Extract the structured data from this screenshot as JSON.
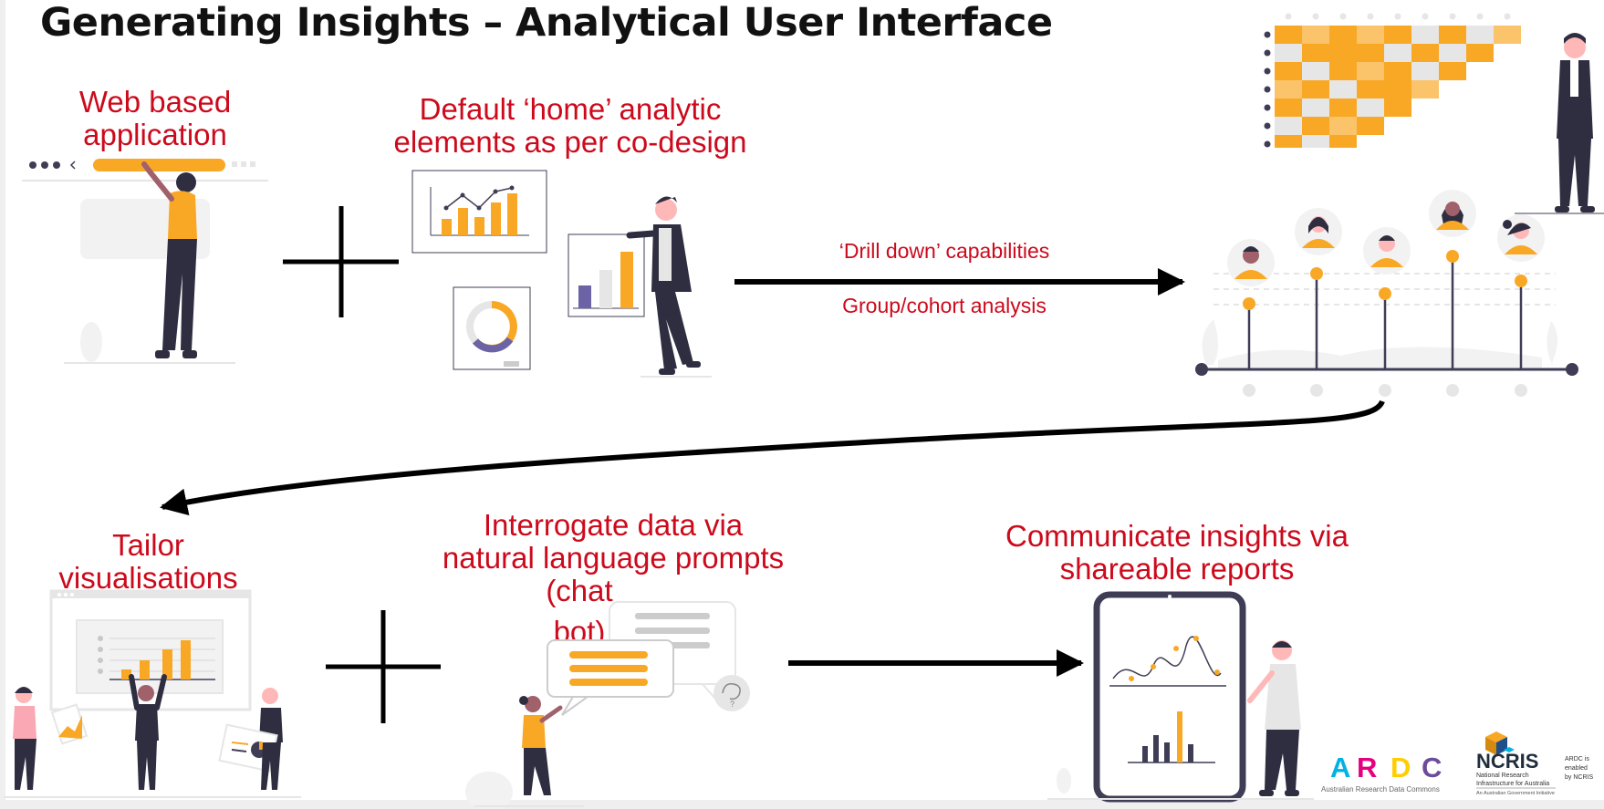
{
  "title": "Generating Insights – Analytical User Interface",
  "steps": {
    "web_app": {
      "lines": [
        "Web based",
        "application"
      ]
    },
    "home_elements": {
      "lines": [
        "Default ‘home’ analytic",
        "elements as per co-design"
      ]
    },
    "drill_down": "‘Drill down’ capabilities",
    "cohort": "Group/cohort analysis",
    "tailor": {
      "lines": [
        "Tailor",
        "visualisations"
      ]
    },
    "interrogate": {
      "lines": [
        "Interrogate data via",
        "natural language prompts"
      ]
    },
    "chatbot": {
      "lines": [
        "(chat",
        "bot)"
      ]
    },
    "communicate": {
      "lines": [
        "Communicate insights via",
        "shareable reports"
      ]
    }
  },
  "logos": {
    "ardc_letters": [
      "A",
      "R",
      "D",
      "C"
    ],
    "ardc_caption": "Australian Research Data Commons",
    "ncris_name": "NCRIS",
    "ncris_sub1": "National Research",
    "ncris_sub2": "Infrastructure for Australia",
    "ncris_sub3": "An Australian Government Initiative",
    "ncris_note1": "ARDC is",
    "ncris_note2": "enabled",
    "ncris_note3": "by NCRIS"
  },
  "colors": {
    "label_red": "#cc0a1c",
    "accent_orange": "#f9a826",
    "dark_figure": "#2f2e41",
    "neutral_grey": "#e6e6e6",
    "ardc_cyan": "#00b3e3",
    "ardc_pink": "#e5007e",
    "ardc_yellow": "#ffcd00",
    "ardc_purple": "#6c4b9c"
  }
}
